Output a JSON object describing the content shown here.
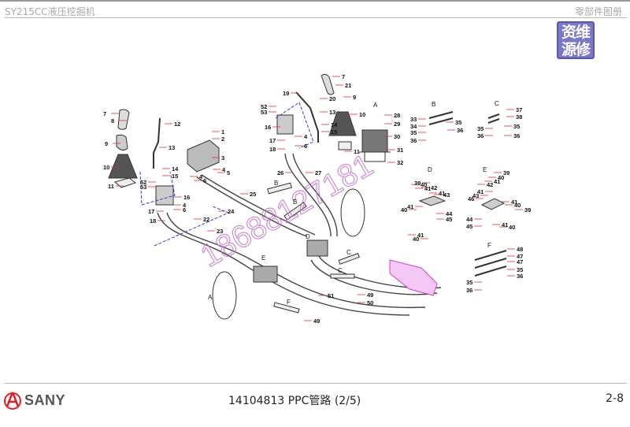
{
  "header": {
    "model_title": "SY215CC液压挖掘机",
    "catalog_title": "零部件图册"
  },
  "stamp": {
    "text_line1": "资维",
    "text_line2": "源修"
  },
  "footer": {
    "brand": "SANY",
    "drawing_title": "14104813 PPC管路 (2/5)",
    "page": "2-8"
  },
  "watermark": "18688127181",
  "diagram": {
    "callouts": [
      "7",
      "8",
      "9",
      "10",
      "11",
      "12",
      "13",
      "14",
      "15",
      "52",
      "53",
      "16",
      "4",
      "6",
      "17",
      "18",
      "22",
      "23",
      "24",
      "25",
      "1",
      "2",
      "3",
      "4",
      "5",
      "4",
      "6",
      "52",
      "53",
      "16",
      "17",
      "18",
      "4",
      "6",
      "26",
      "27",
      "19",
      "20",
      "13",
      "14",
      "15",
      "7",
      "21",
      "9",
      "10",
      "11",
      "28",
      "29",
      "30",
      "31",
      "32",
      "33",
      "34",
      "35",
      "36",
      "35",
      "36",
      "37",
      "38",
      "35",
      "36",
      "35",
      "36",
      "39",
      "40",
      "41",
      "42",
      "41",
      "43",
      "41",
      "40",
      "44",
      "45",
      "40",
      "41",
      "42",
      "41",
      "40",
      "39",
      "46",
      "43",
      "41",
      "41",
      "40",
      "39",
      "44",
      "45",
      "41",
      "40",
      "48",
      "47",
      "47",
      "35",
      "36",
      "35",
      "36",
      "51",
      "49",
      "50",
      "49"
    ],
    "letters": [
      "A",
      "B",
      "C",
      "D",
      "E",
      "F",
      "B",
      "B",
      "D",
      "E",
      "C",
      "C",
      "F",
      "A"
    ]
  },
  "colors": {
    "leader": "#e03030",
    "dashed": "#3a3ad0",
    "stamp": "#7a78c8",
    "brand_red": "#e02020"
  }
}
